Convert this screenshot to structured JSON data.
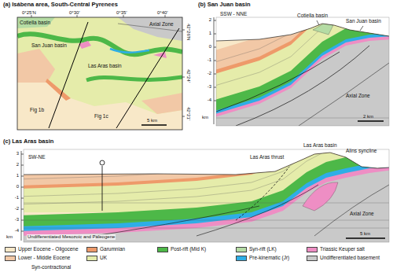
{
  "diagram": {
    "labels": [
      "(a) Isábena area, South-Central Pyrenees",
      "0°25'N",
      "0°30'",
      "0°35'",
      "0°40'",
      "42°26'N",
      "42°24'",
      "42°21'",
      "Axial Zone",
      "Cotiella basin",
      "San Juan basin",
      "Las Aras basin",
      "Fig 1b",
      "Fig 1c",
      "5 km",
      "(b) San Juan basin",
      "SSW - NNE",
      "Cotiella basin",
      "San Juan basin",
      "Axial Zone",
      "km",
      "2",
      "1",
      "0",
      "-1",
      "-2",
      "-3",
      "-4",
      "2 km",
      "(c) Las Aras basin",
      "SW-NE",
      "Las Aras thrust",
      "Las Aras basin",
      "Alins syncline",
      "Axial Zone",
      "Undifferentiated Mesozoic and Paleogene",
      "km",
      "3",
      "2",
      "1",
      "0",
      "-1",
      "-2",
      "-3",
      "-4",
      "5 km",
      "Syn-contractional"
    ],
    "legend": [
      {
        "text": "Upper Eocene - Oligocene",
        "color": "#f8e8c8"
      },
      {
        "text": "Lower - Middle Eocene",
        "color": "#f2c8a6"
      },
      {
        "text": "Garumnian",
        "color": "#ee9a6a"
      },
      {
        "text": "UK",
        "color": "#e5ecaa"
      },
      {
        "text": "Post-rift (Mid K)",
        "color": "#4db848"
      },
      {
        "text": "Syn-rift (LK)",
        "color": "#b5dca4"
      },
      {
        "text": "Pre-kinematic (Jr)",
        "color": "#2eaee6"
      },
      {
        "text": "Triassic Keuper salt",
        "color": "#ee8ec4"
      },
      {
        "text": "Undifferentiated basement",
        "color": "#c9c9c9"
      }
    ]
  }
}
